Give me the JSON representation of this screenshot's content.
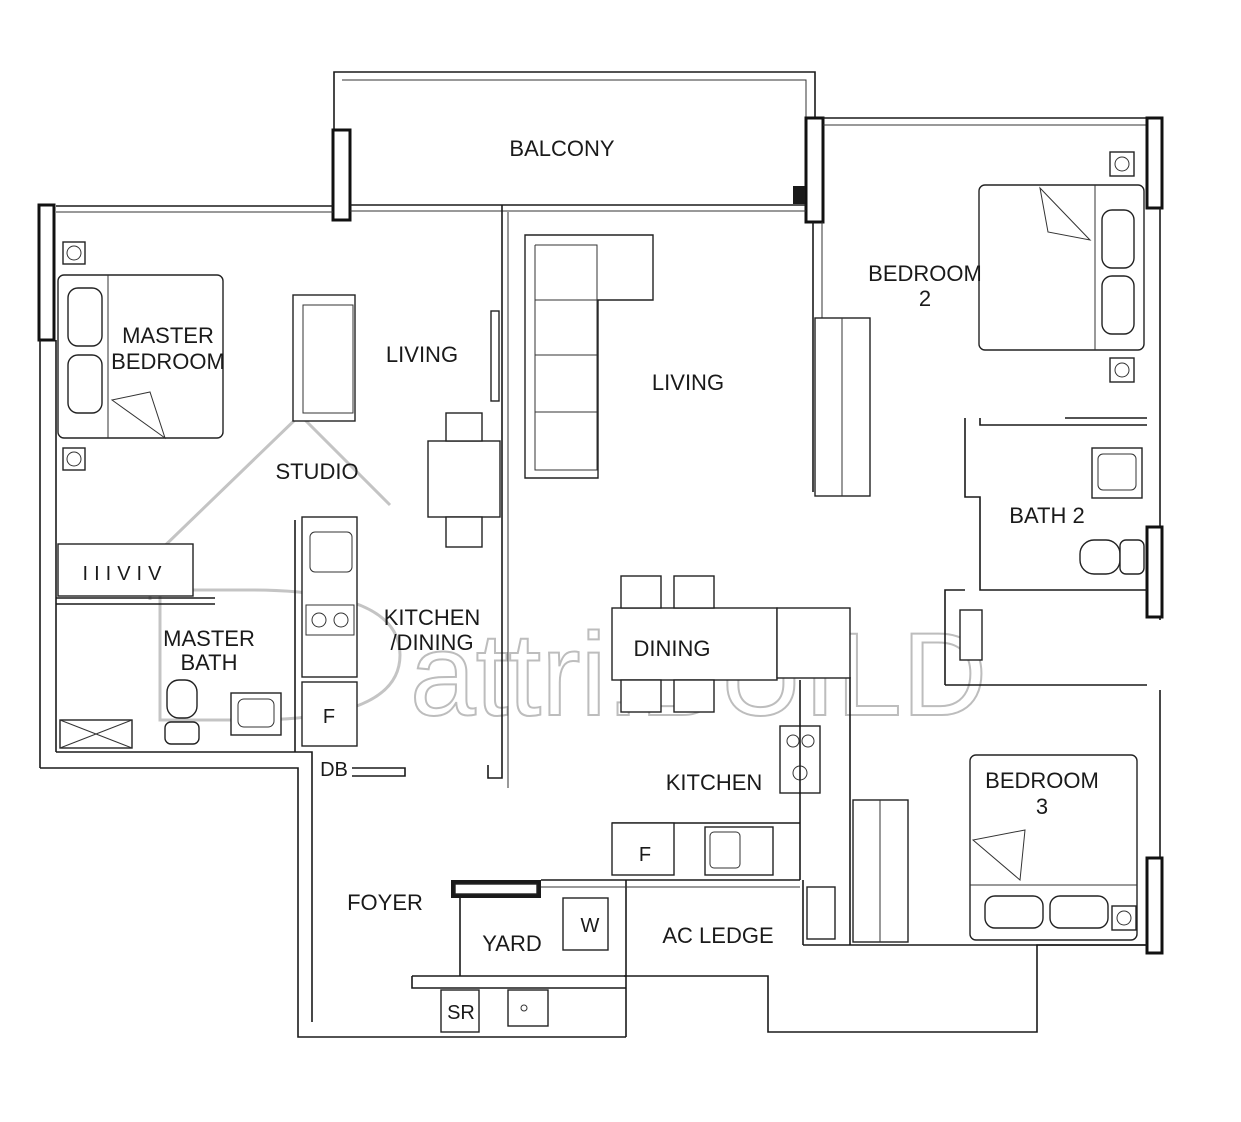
{
  "rooms": {
    "balcony": "BALCONY",
    "master_bedroom_1": "MASTER",
    "master_bedroom_2": "BEDROOM",
    "living_studio": "LIVING",
    "studio": "STUDIO",
    "living_main": "LIVING",
    "bedroom2_1": "BEDROOM",
    "bedroom2_2": "2",
    "bath2": "BATH 2",
    "kitchen_dining_1": "KITCHEN",
    "kitchen_dining_2": "/DINING",
    "master_bath_1": "MASTER",
    "master_bath_2": "BATH",
    "dining": "DINING",
    "kitchen": "KITCHEN",
    "bedroom3_1": "BEDROOM",
    "bedroom3_2": "3",
    "foyer": "FOYER",
    "yard": "YARD",
    "ac_ledge": "AC LEDGE",
    "db": "DB",
    "sr": "SR",
    "fridge_studio": "F",
    "fridge_kitchen": "F",
    "washer": "W"
  },
  "watermark": {
    "letter": "D",
    "text": "attri.BUILD"
  },
  "colors": {
    "line": "#1a1a1a",
    "watermark": "#c4c4c4",
    "background": "#ffffff"
  }
}
